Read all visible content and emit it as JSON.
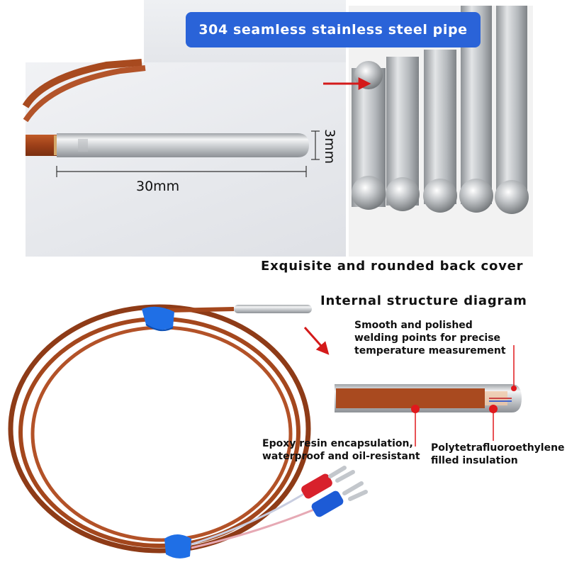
{
  "title_badge": "304 seamless stainless steel pipe",
  "captions": {
    "rounded_cover": "Exquisite and rounded back cover",
    "diagram": "Internal structure diagram"
  },
  "dimensions": {
    "length": "30mm",
    "diameter": "3mm"
  },
  "labels": {
    "welding_line1": "Smooth and polished",
    "welding_line2": "welding points for precise",
    "welding_line3": "temperature measurement",
    "epoxy_line1": "Epoxy resin encapsulation,",
    "epoxy_line2": "waterproof and oil-resistant",
    "ptfe_line1": "Polytetrafluoroethylene",
    "ptfe_line2": "filled insulation"
  },
  "colors": {
    "badge": "#2a63d8",
    "cable": "#a0461e",
    "arrow": "#d41a1a",
    "marker": "#e0181c",
    "tape": "#1f6fe6"
  }
}
